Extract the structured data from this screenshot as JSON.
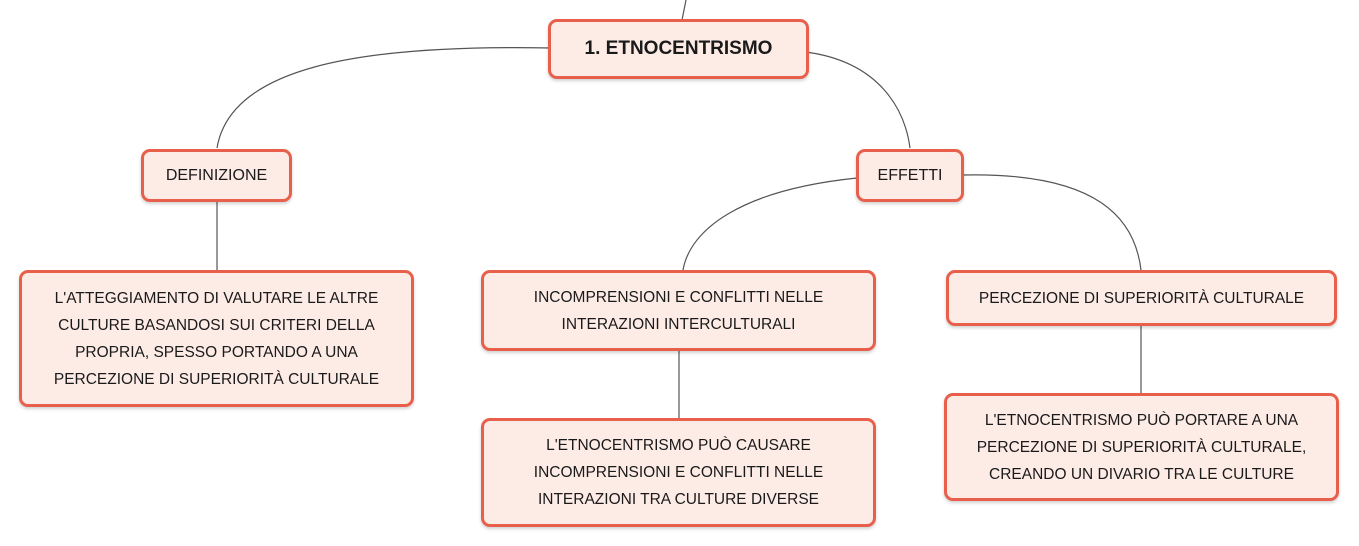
{
  "map": {
    "root": "1. ETNOCENTRISMO",
    "definizione": {
      "title": "DEFINIZIONE",
      "text": "L'ATTEGGIAMENTO DI VALUTARE LE ALTRE\nCULTURE BASANDOSI SUI CRITERI DELLA\nPROPRIA, SPESSO PORTANDO A UNA\nPERCEZIONE DI SUPERIORITÀ CULTURALE"
    },
    "effetti": {
      "title": "EFFETTI",
      "incomprensioni": {
        "text": "INCOMPRENSIONI E CONFLITTI NELLE\nINTERAZIONI INTERCULTURALI",
        "child": "L'ETNOCENTRISMO PUÒ CAUSARE\nINCOMPRENSIONI E CONFLITTI NELLE\nINTERAZIONI TRA CULTURE DIVERSE"
      },
      "superiorita": {
        "text": "PERCEZIONE DI SUPERIORITÀ CULTURALE",
        "child": "L'ETNOCENTRISMO PUÒ PORTARE A UNA\nPERCEZIONE DI SUPERIORITÀ CULTURALE,\nCREANDO UN DIVARIO TRA LE CULTURE"
      }
    }
  },
  "colors": {
    "node_fill": "#fdebe6",
    "node_border": "#e8604c",
    "connector": "#555555",
    "text": "#1a1a1a"
  }
}
